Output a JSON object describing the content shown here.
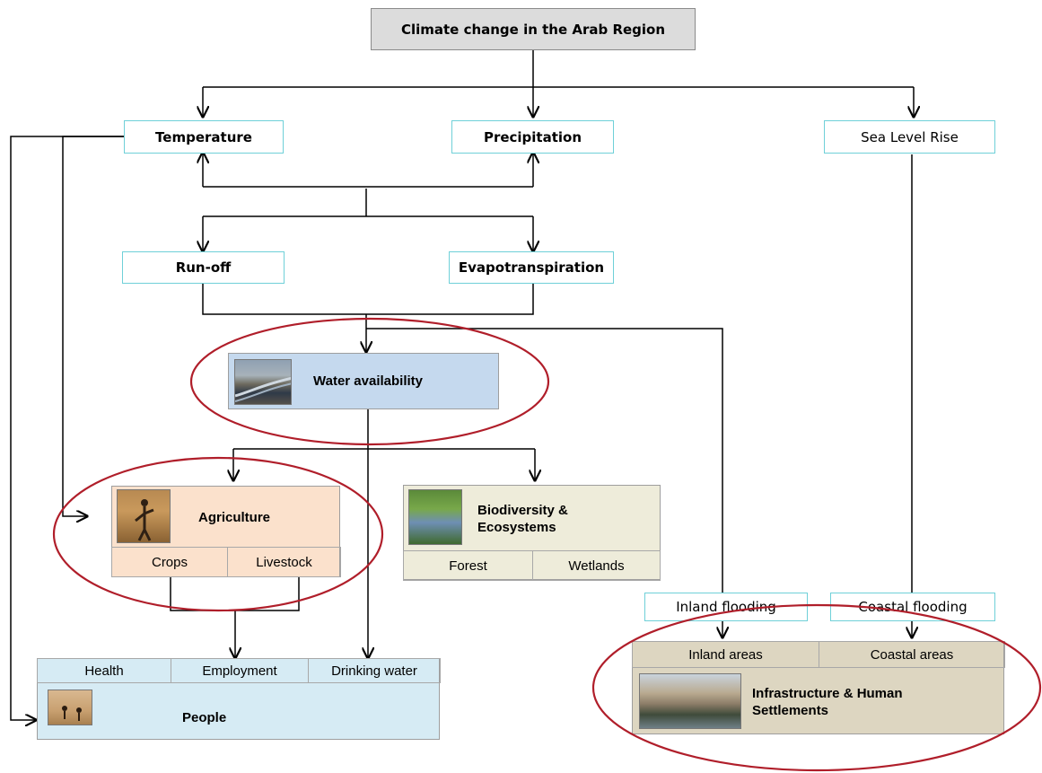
{
  "title": "Climate change in the Arab Region",
  "drivers": {
    "temperature": "Temperature",
    "precipitation": "Precipitation",
    "sea_level_rise": "Sea Level Rise",
    "runoff": "Run-off",
    "evapotranspiration": "Evapotranspiration"
  },
  "water": {
    "label": "Water availability"
  },
  "agriculture": {
    "label": "Agriculture",
    "crops": "Crops",
    "livestock": "Livestock"
  },
  "biodiversity": {
    "label_line1": "Biodiversity &",
    "label_line2": "Ecosystems",
    "forest": "Forest",
    "wetlands": "Wetlands"
  },
  "flooding": {
    "inland": "Inland flooding",
    "coastal": "Coastal flooding"
  },
  "infrastructure": {
    "inland_areas": "Inland areas",
    "coastal_areas": "Coastal areas",
    "label_line1": "Infrastructure & Human",
    "label_line2": "Settlements"
  },
  "people": {
    "health": "Health",
    "employment": "Employment",
    "drinking_water": "Drinking water",
    "label": "People"
  },
  "colors": {
    "accent_circle": "#b01e2a",
    "water_fill": "#c5d9ee",
    "agri_fill": "#fbe1cc",
    "bio_fill": "#eeecda",
    "infra_fill": "#ddd6c1",
    "people_fill": "#d6ebf4",
    "cyan_border": "#6fd0d8"
  }
}
